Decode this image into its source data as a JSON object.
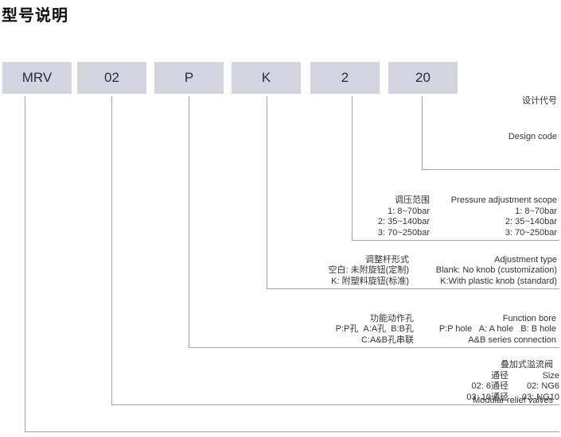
{
  "title": "型号说明",
  "model_code": {
    "segments": [
      "MRV",
      "02",
      "P",
      "K",
      "2",
      "20"
    ]
  },
  "legend": {
    "design_code": {
      "cn": "设计代号",
      "en": "Design code"
    },
    "pressure_range": {
      "header": {
        "cn": "调压范围",
        "en": "Pressure adjustment scope"
      },
      "rows": [
        {
          "cn": "1: 8~70bar",
          "en": "1: 8~70bar"
        },
        {
          "cn": "2: 35~140bar",
          "en": "2: 35~140bar"
        },
        {
          "cn": "3: 70~250bar",
          "en": "3: 70~250bar"
        }
      ]
    },
    "adjustment_type": {
      "header": {
        "cn": "调整杆形式",
        "en": "Adjustment type"
      },
      "rows": [
        {
          "cn": "空白: 未附旋钮(定制)",
          "en": "Blank: No knob (customization)"
        },
        {
          "cn": "K: 附塑料旋钮(标准)",
          "en": "K:With plastic knob (standard)"
        }
      ]
    },
    "function_bore": {
      "header": {
        "cn": "功能动作孔",
        "en": "Function bore"
      },
      "rows": [
        {
          "cn": "P:P孔  A:A孔  B:B孔",
          "en": "P:P hole   A: A hole   B: B hole"
        },
        {
          "cn": "C:A&B孔串联",
          "en": "A&B series connection"
        }
      ]
    },
    "size": {
      "header": {
        "cn": "通径",
        "en": "Size"
      },
      "rows": [
        {
          "cn": "02: 6通径",
          "en": "02: NG6"
        },
        {
          "cn": "03: 10通径",
          "en": "03: NG10"
        }
      ]
    },
    "product": {
      "cn": "叠加式溢流阀",
      "en": "Modular relief valves"
    }
  },
  "colors": {
    "box_fill": "#d3d4de",
    "connector_line": "#a3a3ab",
    "text": "#333333",
    "title": "#0d0d0d"
  }
}
